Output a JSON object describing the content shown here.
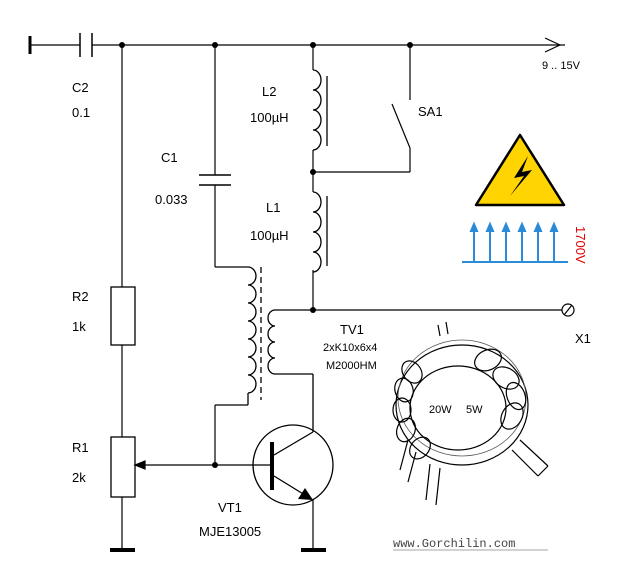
{
  "components": {
    "c2": {
      "ref": "C2",
      "value": "0.1"
    },
    "c1": {
      "ref": "C1",
      "value": "0.033"
    },
    "l2": {
      "ref": "L2",
      "value": "100µH"
    },
    "l1": {
      "ref": "L1",
      "value": "100µH"
    },
    "sa1": {
      "ref": "SA1"
    },
    "r2": {
      "ref": "R2",
      "value": "1k"
    },
    "r1": {
      "ref": "R1",
      "value": "2k"
    },
    "vt1": {
      "ref": "VT1",
      "value": "MJE13005"
    },
    "tv1": {
      "ref": "TV1",
      "core": "2xK10x6x4",
      "material": "M2000HM"
    },
    "x1": {
      "ref": "X1"
    }
  },
  "supply": {
    "label": "9 .. 15V"
  },
  "toroid": {
    "winding_primary": "20W",
    "winding_secondary": "5W"
  },
  "output": {
    "voltage_label": "1700V"
  },
  "colors": {
    "warning_fill": "#ffd400",
    "pulse_color": "#2a8bd8",
    "voltage_text": "#e00000"
  },
  "footer": {
    "url": "www.Gorchilin.com"
  }
}
